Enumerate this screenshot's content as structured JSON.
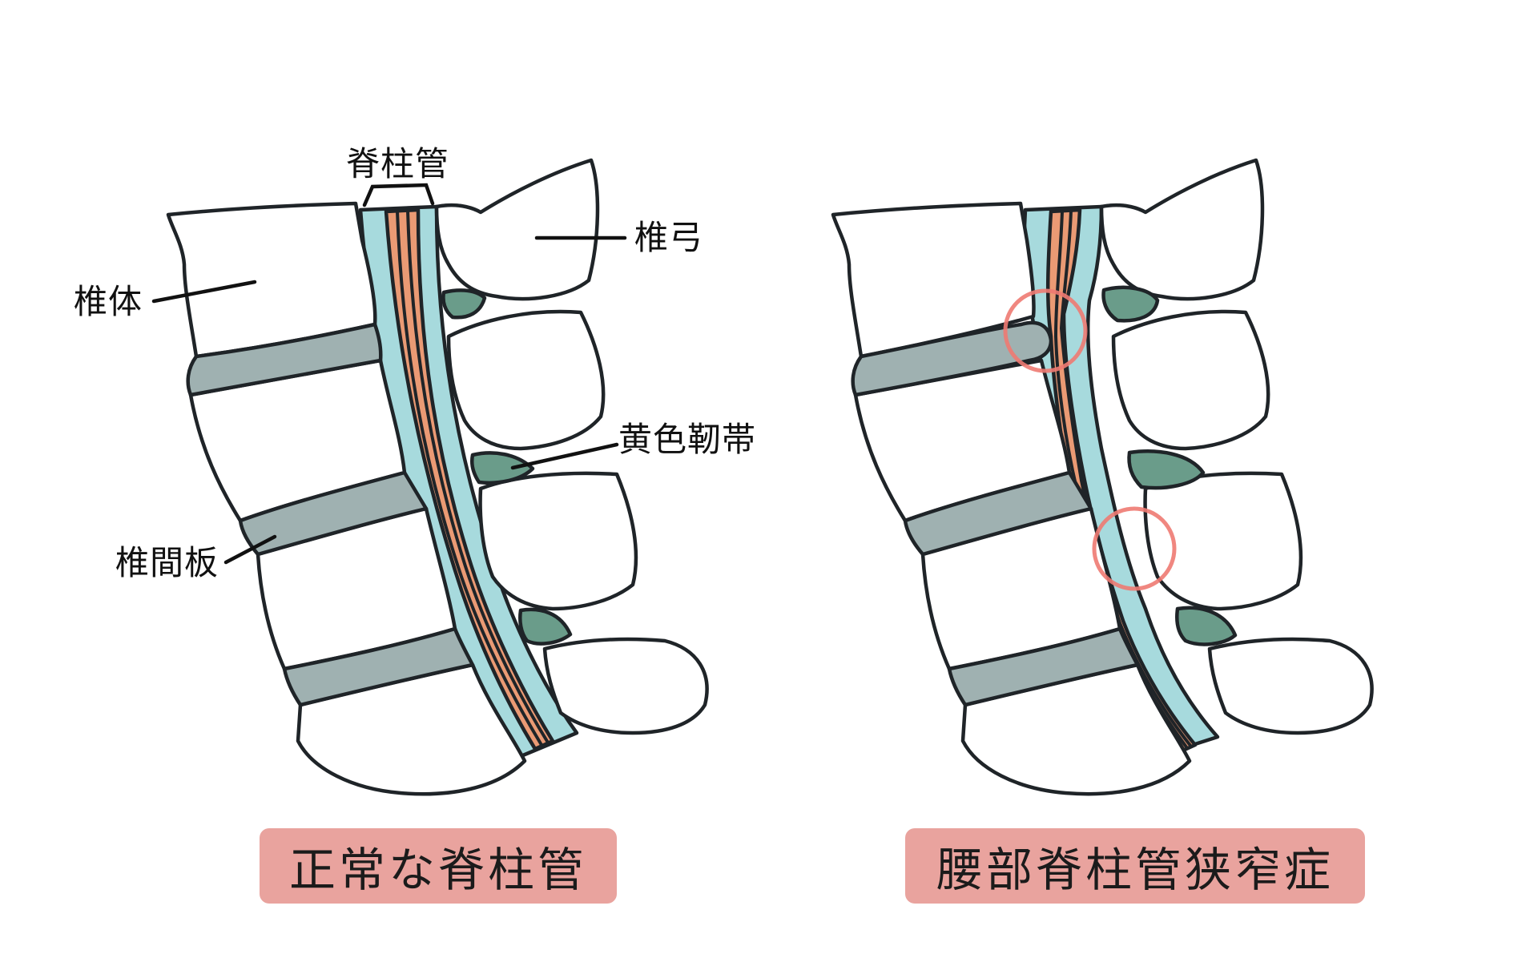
{
  "labels": {
    "canal": "脊柱管",
    "lamina": "椎弓",
    "body": "椎体",
    "ligament": "黄色靭帯",
    "disc": "椎間板"
  },
  "captions": {
    "normal": "正常な脊柱管",
    "stenosis": "腰部脊柱管狭窄症"
  },
  "colors": {
    "outline": "#1f2428",
    "bone": "#ffffff",
    "disc": "#9fb1b1",
    "ligament": "#6a9c8a",
    "canal_fluid": "#a7dadd",
    "nerve": "#ea9a74",
    "caption_bg": "#e9a39e",
    "highlight": "#ee7a72"
  }
}
